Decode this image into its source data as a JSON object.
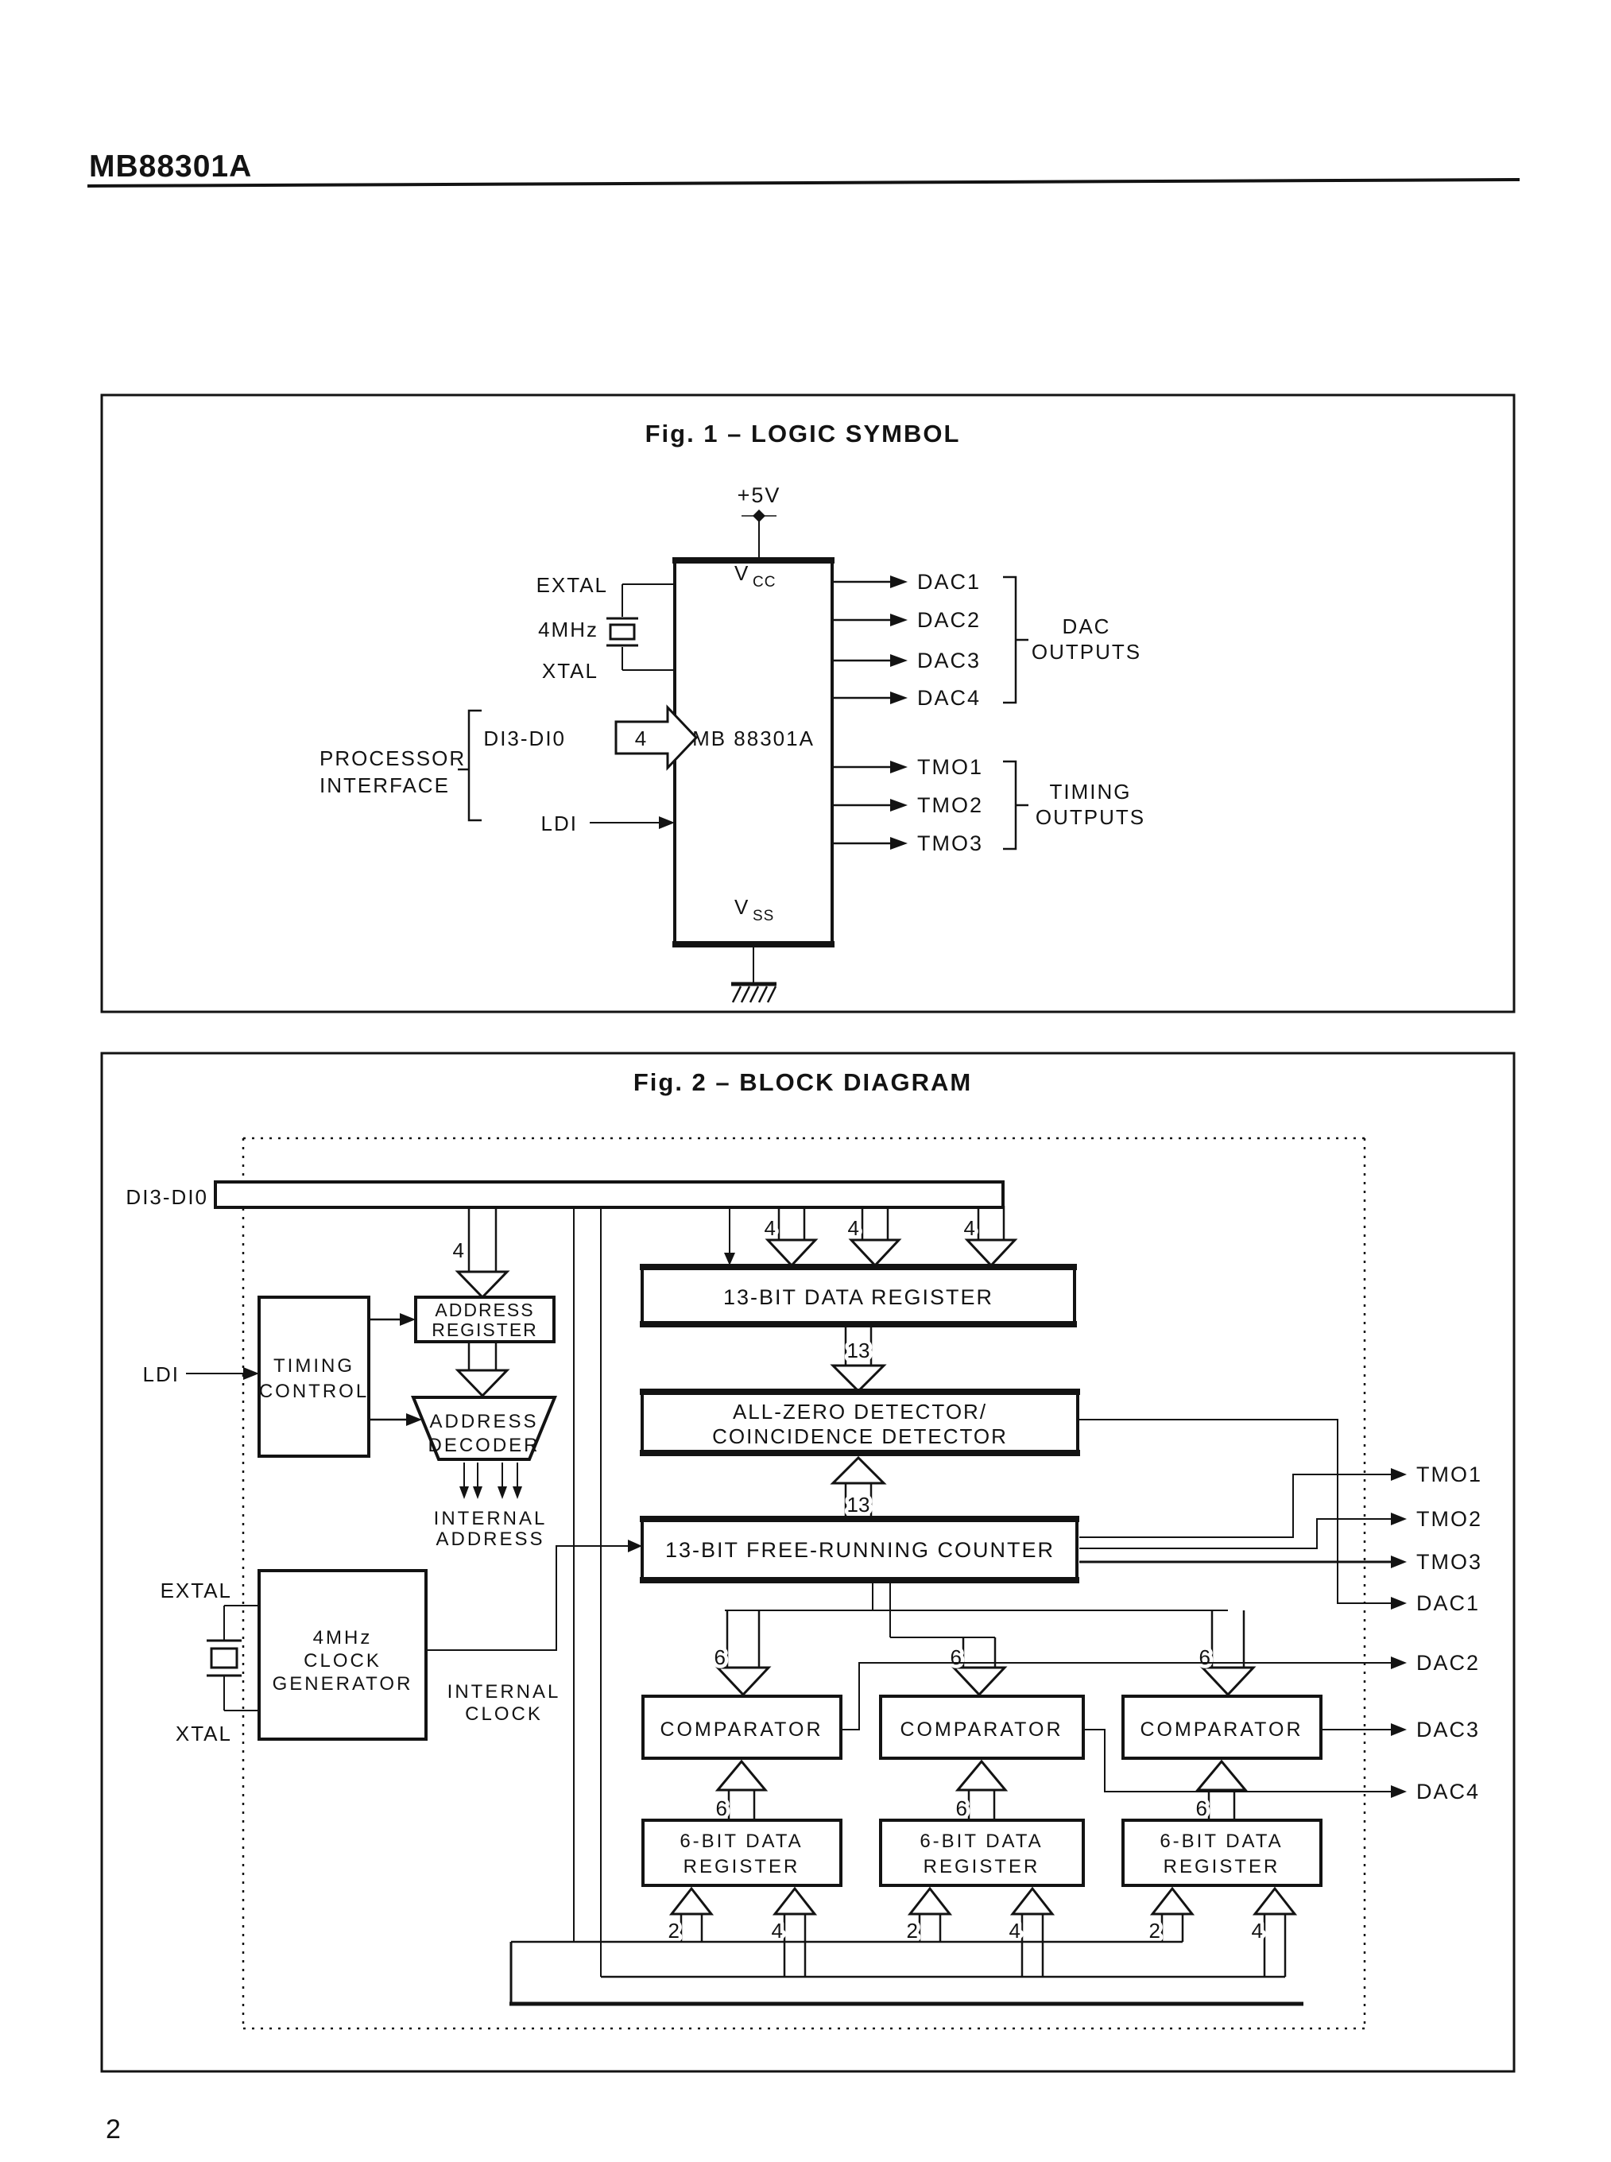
{
  "header": {
    "part_number": "MB88301A"
  },
  "page": {
    "number": "2"
  },
  "fig1": {
    "title": "Fig. 1 –  LOGIC SYMBOL",
    "supply": "+5V",
    "vcc": "V",
    "vcc_sub": "CC",
    "vss": "V",
    "vss_sub": "SS",
    "chip": "MB 88301A",
    "extal": "EXTAL",
    "freq": "4MHz",
    "xtal": "XTAL",
    "data_bus": "DI3-DI0",
    "data_bus_width": "4",
    "ldi": "LDI",
    "proc_if": [
      "PROCESSOR",
      "INTERFACE"
    ],
    "dac": [
      "DAC1",
      "DAC2",
      "DAC3",
      "DAC4"
    ],
    "dac_group": [
      "DAC",
      "OUTPUTS"
    ],
    "tmo": [
      "TMO1",
      "TMO2",
      "TMO3"
    ],
    "tmo_group": [
      "TIMING",
      "OUTPUTS"
    ]
  },
  "fig2": {
    "title": "Fig. 2 –  BLOCK DIAGRAM",
    "data_bus": "DI3-DI0",
    "ldi": "LDI",
    "extal": "EXTAL",
    "xtal": "XTAL",
    "timing_control": [
      "TIMING",
      "CONTROL"
    ],
    "address_register": [
      "ADDRESS",
      "REGISTER"
    ],
    "address_decoder": [
      "ADDRESS",
      "DECODER"
    ],
    "internal_address": [
      "INTERNAL",
      "ADDRESS"
    ],
    "clock_generator": [
      "4MHz",
      "CLOCK",
      "GENERATOR"
    ],
    "internal_clock": [
      "INTERNAL",
      "CLOCK"
    ],
    "data_register": "13-BIT DATA REGISTER",
    "detector": [
      "ALL-ZERO DETECTOR/",
      "COINCIDENCE DETECTOR"
    ],
    "counter": "13-BIT FREE-RUNNING COUNTER",
    "comparator": "COMPARATOR",
    "six_bit_register": [
      "6-BIT DATA",
      "REGISTER"
    ],
    "w2": "2",
    "w4": "4",
    "w6": "6",
    "w13": "13",
    "tmo1": "TMO1",
    "tmo2": "TMO2",
    "tmo3": "TMO3",
    "dac1": "DAC1",
    "dac2": "DAC2",
    "dac3": "DAC3",
    "dac4": "DAC4"
  }
}
